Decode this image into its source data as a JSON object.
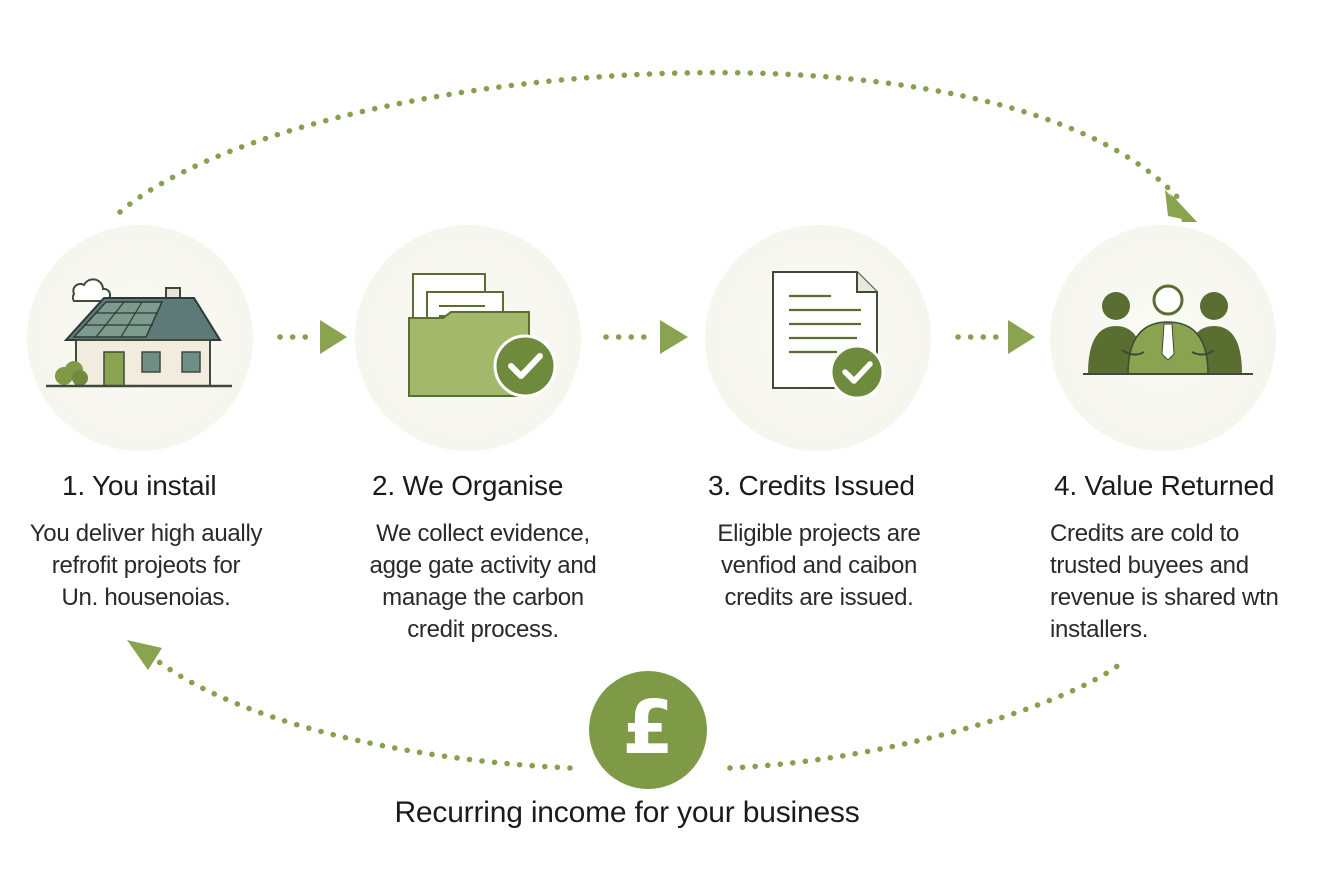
{
  "colors": {
    "accent": "#7f9a47",
    "accent_light": "#a4b86b",
    "accent_dark": "#5a6e31",
    "dots": "#86a04e"
  },
  "steps": [
    {
      "title": "1. You instail",
      "description": "You deliver high aually\nrefrofit projeots for\nUn. housenoias.",
      "icon": "house-with-solar-panels-icon"
    },
    {
      "title": "2. We Organise",
      "description": "We collect evidence,\nagge gate activity and\nmanage the carbon\ncredit process.",
      "icon": "folder-check-icon"
    },
    {
      "title": "3. Credits Issued",
      "description": "Eligible projects are\nvenfiod and caibon\ncredits are issued.",
      "icon": "document-check-icon"
    },
    {
      "title": "4. Value Returned",
      "description": "Credits are cold to\ntrusted buyees and\nrevenue is shared wtn\ninstallers.",
      "icon": "people-group-icon"
    }
  ],
  "footer": {
    "coin_symbol": "£",
    "caption": "Recurring income for your business"
  }
}
